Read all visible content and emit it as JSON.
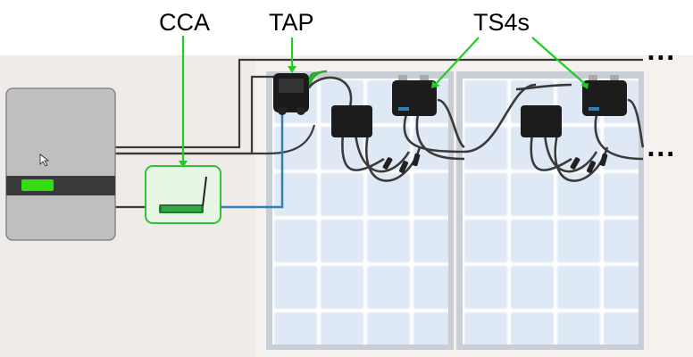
{
  "labels": {
    "cca": "CCA",
    "tap": "TAP",
    "ts4s": "TS4s"
  },
  "continuation": {
    "top": "...",
    "middle": "..."
  },
  "icons": {
    "cursor": "mouse-pointer-icon",
    "wireless": "wireless-signal-icon"
  },
  "colors": {
    "callout_line": "#22cc22",
    "comm_cable": "#2f7fb8",
    "power_cable": "#3a3a3a",
    "inverter_status": "#33dd11",
    "panel_cell": "#dfe9f5",
    "panel_frame": "#c8ced6",
    "background": "#f4f1ee"
  }
}
